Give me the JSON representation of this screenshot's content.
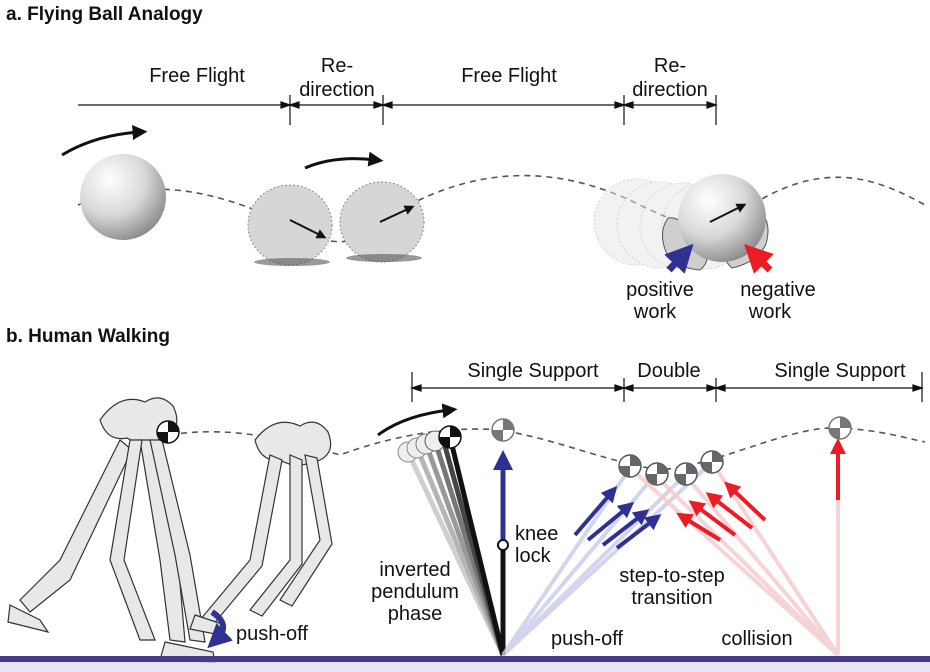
{
  "panel_a": {
    "heading": "a. Flying Ball Analogy",
    "phase_1": "Free Flight",
    "phase_2_line1": "Re-",
    "phase_2_line2": "direction",
    "phase_3": "Free Flight",
    "phase_4_line1": "Re-",
    "phase_4_line2": "direction",
    "positive_work_line1": "positive",
    "positive_work_line2": "work",
    "negative_work_line1": "negative",
    "negative_work_line2": "work"
  },
  "panel_b": {
    "heading": "b. Human Walking",
    "single_support_1": "Single Support",
    "double_support": "Double",
    "single_support_2": "Single Support",
    "push_off_leg": "push-off",
    "knee_lock_line1": "knee",
    "knee_lock_line2": "lock",
    "inverted_line1": "inverted",
    "inverted_line2": "pendulum",
    "inverted_line3": "phase",
    "transition_line1": "step-to-step",
    "transition_line2": "transition",
    "push_off": "push-off",
    "collision": "collision"
  },
  "colors": {
    "positive": "#2e3192",
    "negative": "#ed1c24",
    "ground": "#4b3a8a"
  }
}
